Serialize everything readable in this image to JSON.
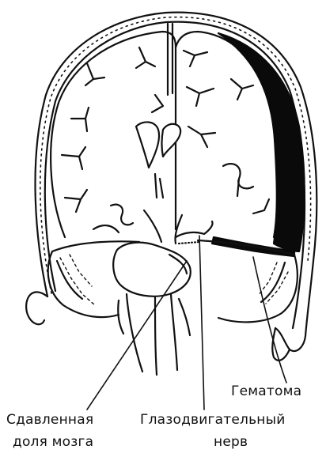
{
  "labels": {
    "hematoma": "Гематома",
    "compressed_lobe_line1": "Сдавленная",
    "compressed_lobe_line2": "доля мозга",
    "oculomotor_nerve_line1": "Глазодвигательный",
    "oculomotor_nerve_line2": "нерв"
  },
  "colors": {
    "ink": "#111111",
    "paper": "#ffffff",
    "hematoma_fill": "#0a0a0a"
  }
}
